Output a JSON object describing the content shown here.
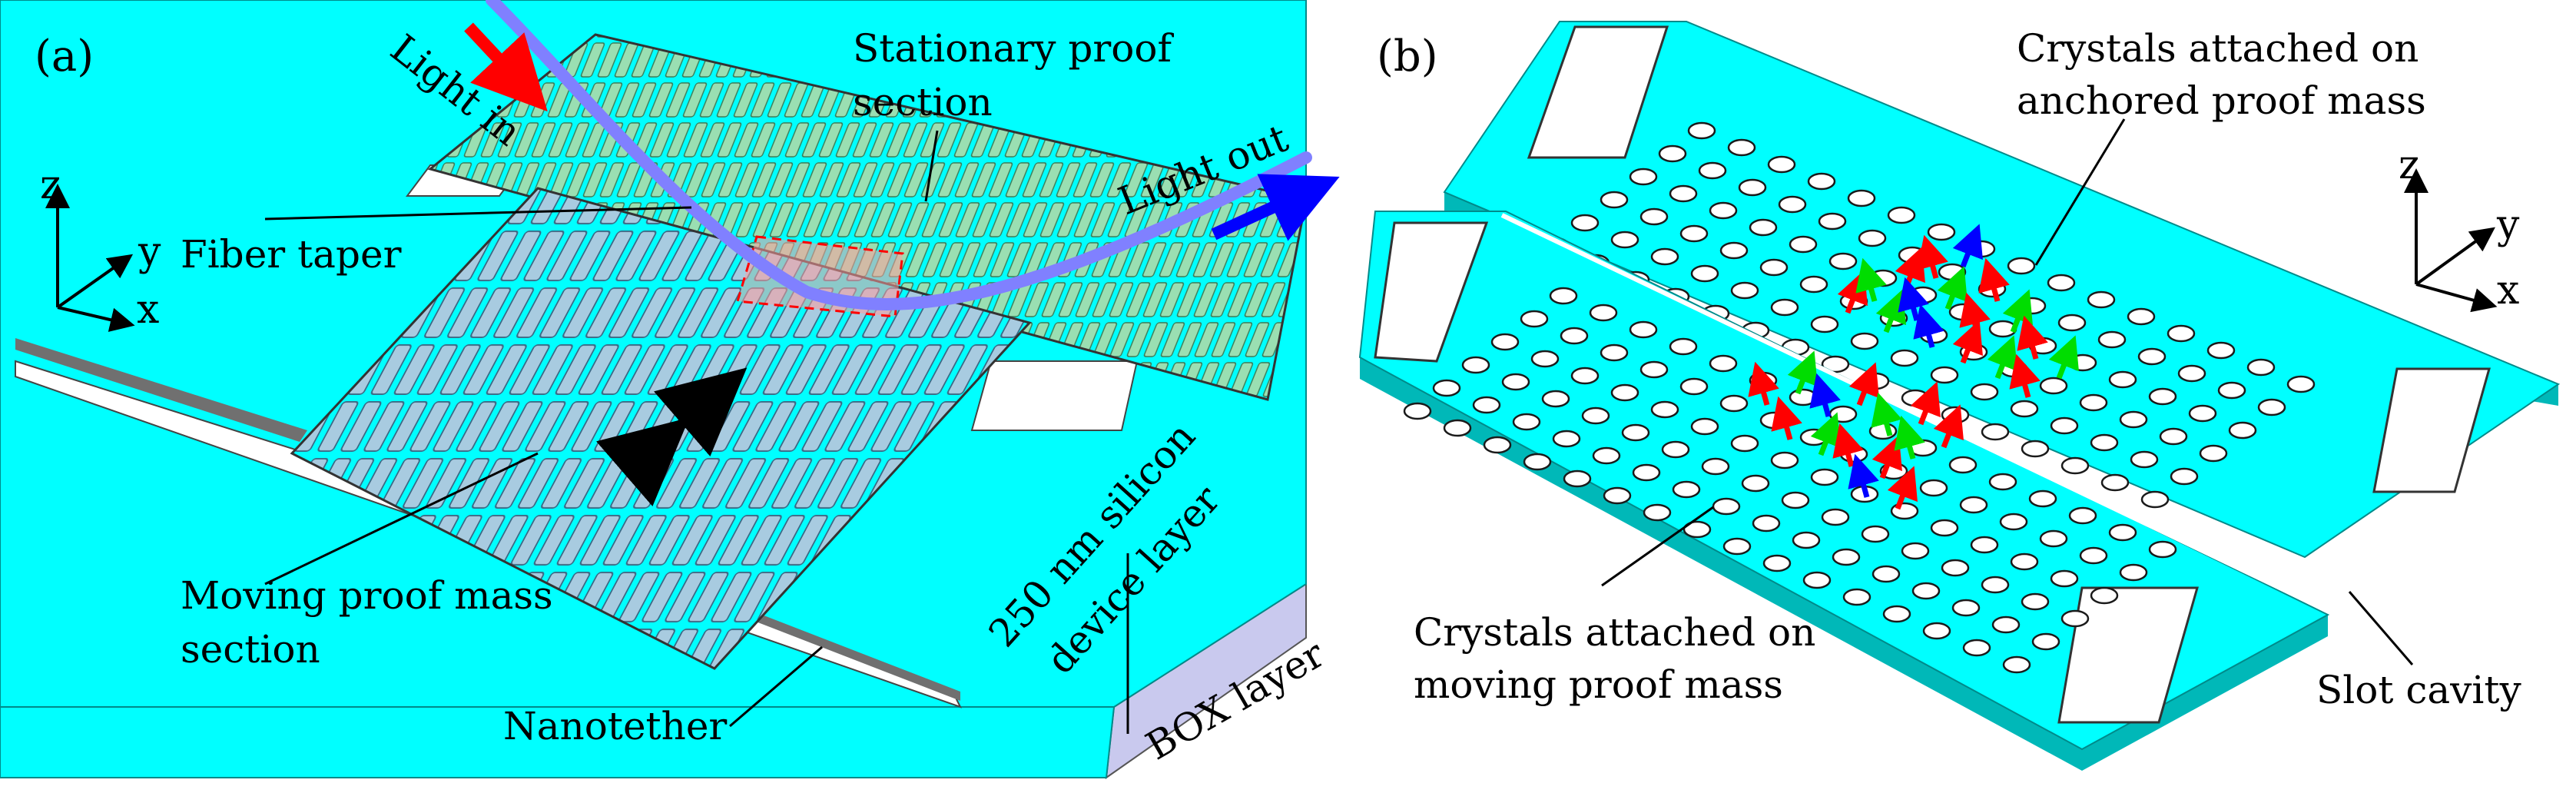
{
  "panel_a": {
    "panel_label": "(a)",
    "labels": {
      "light_in": "Light in",
      "light_out": "Light out",
      "stationary": [
        "Stationary proof",
        "section"
      ],
      "fiber_taper": "Fiber taper",
      "moving": [
        "Moving proof mass",
        "section"
      ],
      "device_layer": [
        "250 nm silicon",
        "device layer"
      ],
      "box_layer": "BOX layer",
      "nanotether": "Nanotether"
    },
    "axes": {
      "z": "z",
      "y": "y",
      "x": "x"
    }
  },
  "panel_b": {
    "panel_label": "(b)",
    "labels": {
      "anchored": [
        "Crystals attached on",
        "anchored proof mass"
      ],
      "moving": [
        "Crystals attached on",
        "moving proof mass"
      ],
      "slot_cavity": "Slot cavity"
    },
    "axes": {
      "z": "z",
      "y": "y",
      "x": "x"
    }
  },
  "colors": {
    "silicon": "#00ffff",
    "silicon_edge": "#008a8a",
    "box_layer": "#c9c9ee",
    "fiber": "#8080ff",
    "light_in_arrow": "#ff0000",
    "light_out_arrow": "#0000ff",
    "proof_fill_stationary": "#8dd9a8",
    "proof_fill_moving": "#9cc3d8",
    "crystal_red": "#ff0000",
    "crystal_green": "#00dd00",
    "crystal_blue": "#0000ff"
  }
}
